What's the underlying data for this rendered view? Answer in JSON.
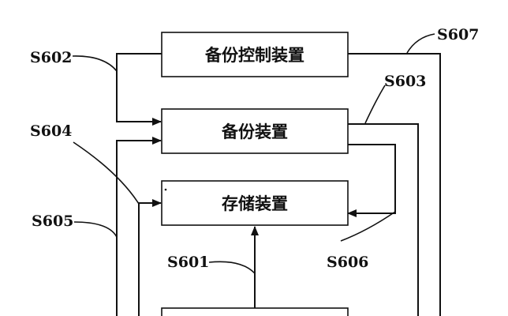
{
  "diagram": {
    "boxes": {
      "backup_control": "备份控制装置",
      "backup": "备份装置",
      "storage": "存储装置"
    },
    "steps": {
      "s601": "S601",
      "s602": "S602",
      "s603": "S603",
      "s604": "S604",
      "s605": "S605",
      "s606": "S606",
      "s607": "S607"
    },
    "colors": {
      "line": "#111111",
      "background": "#ffffff"
    }
  }
}
